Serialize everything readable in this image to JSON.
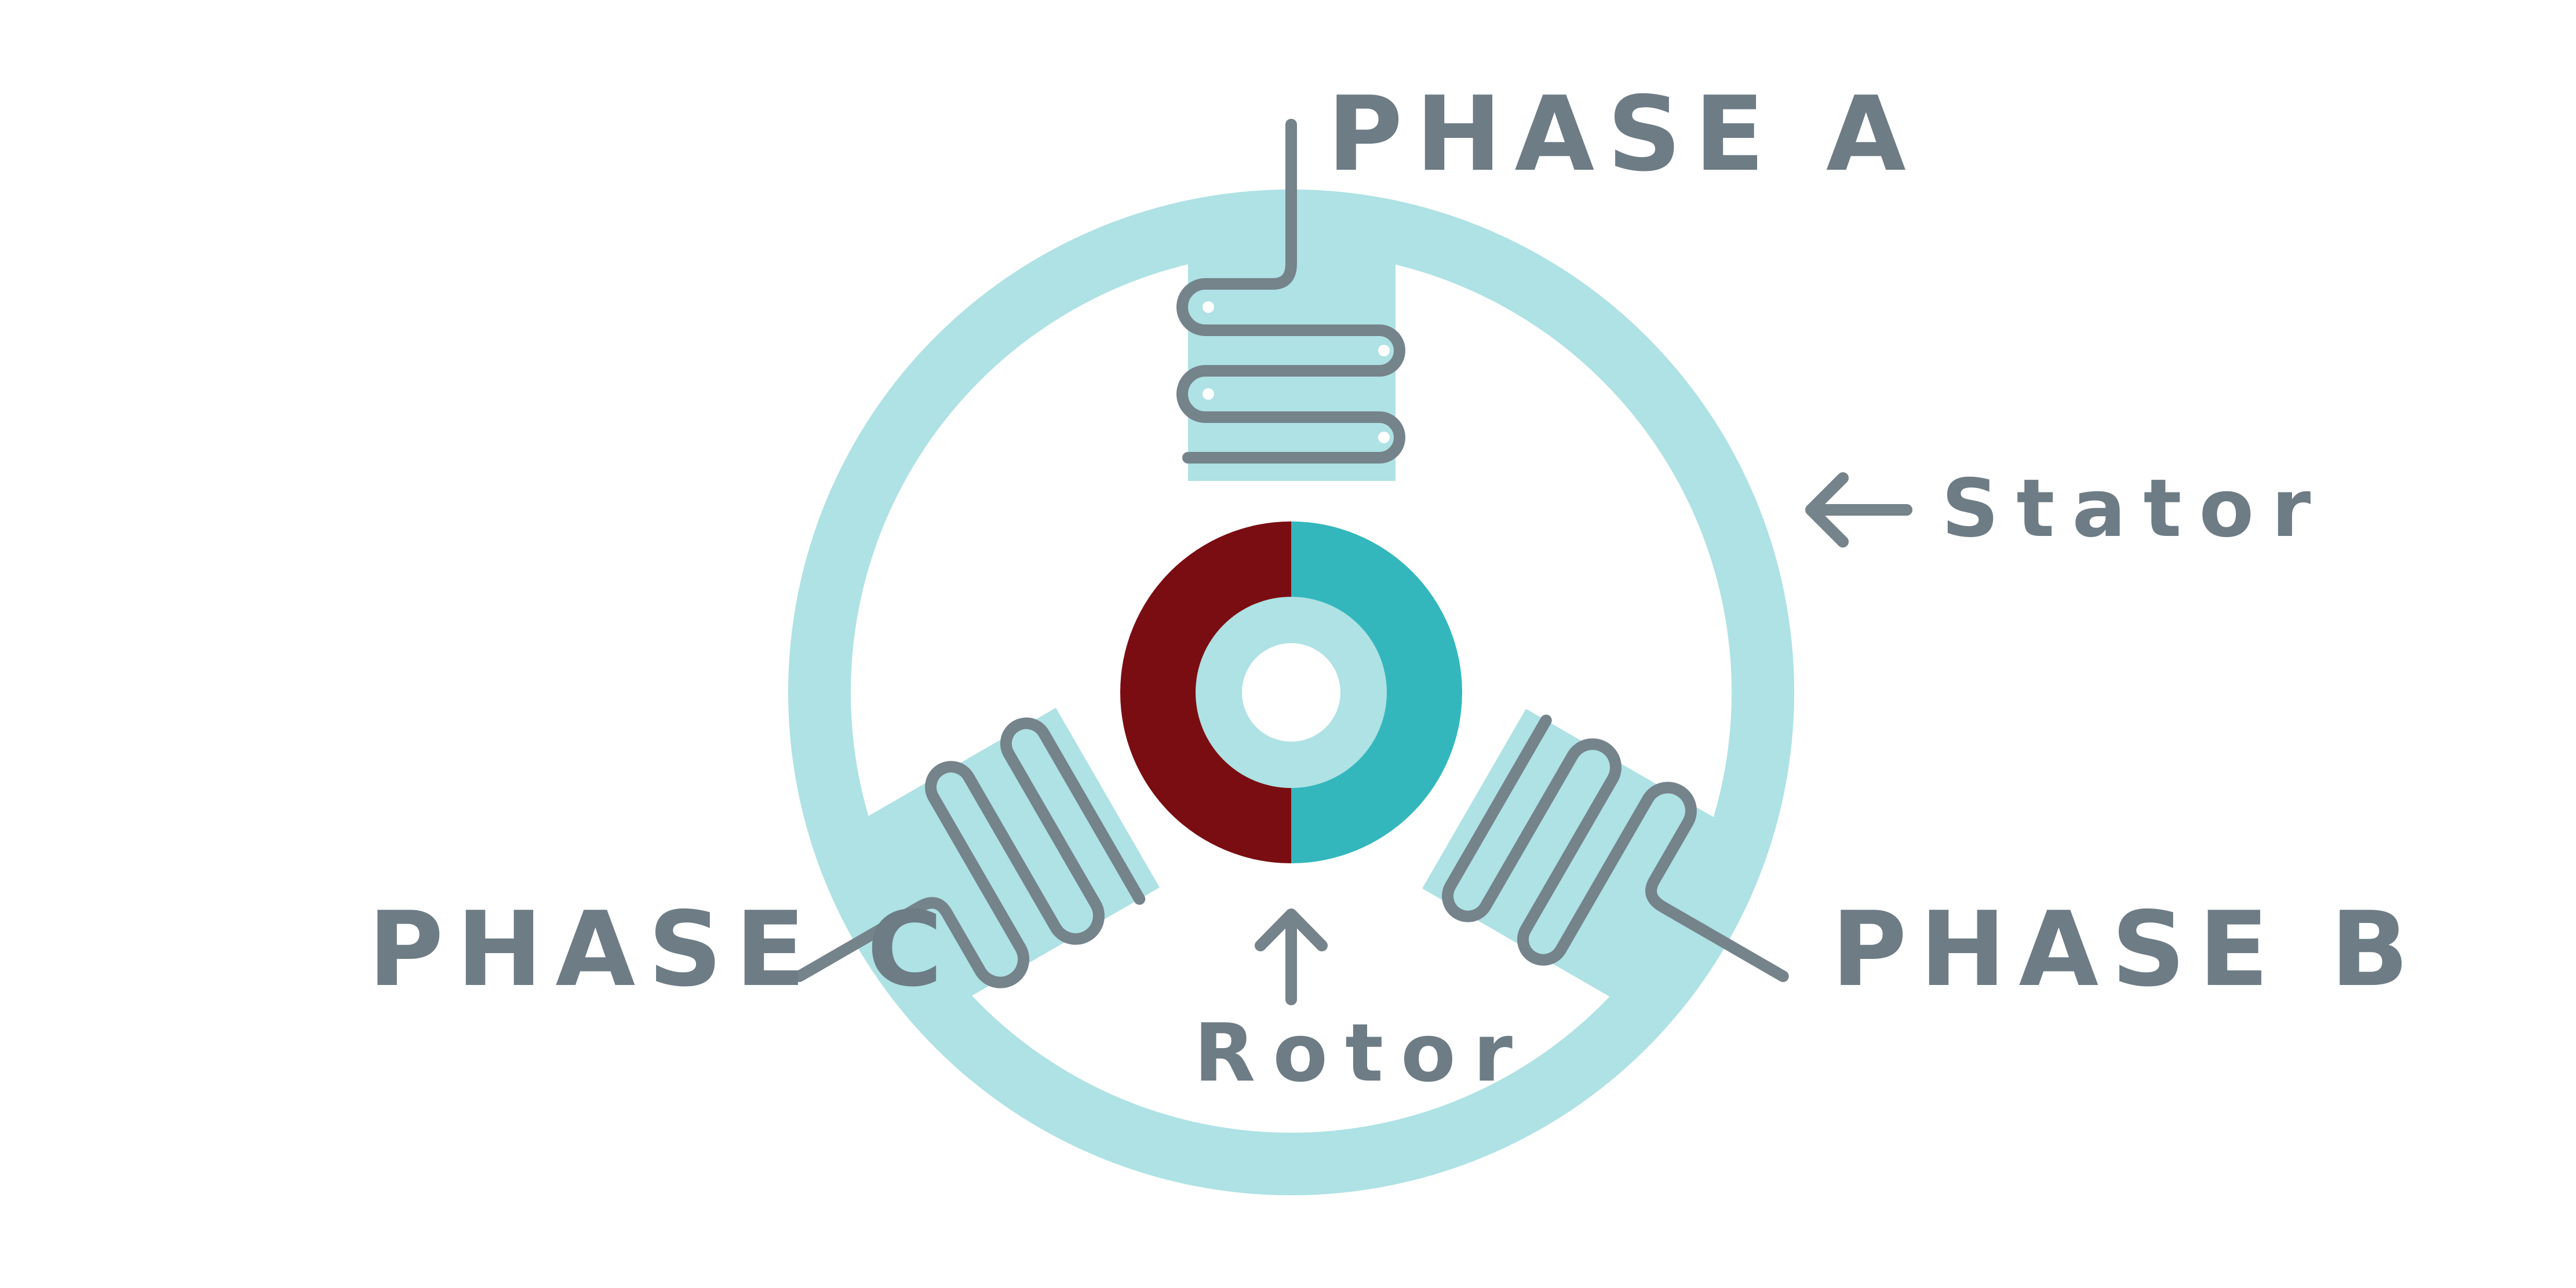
{
  "labels": {
    "phase_a": "PHASE A",
    "phase_b": "PHASE B",
    "phase_c": "PHASE C",
    "stator": "Stator",
    "rotor": "Rotor"
  },
  "colors": {
    "stator": "#aee2e4",
    "rotor_north": "#7a0d12",
    "rotor_south": "#33b7bd",
    "wire": "#75838b",
    "text": "#6d7c85"
  },
  "icons": {
    "stator_pointer": "arrow-left-icon",
    "rotor_pointer": "arrow-up-icon"
  }
}
